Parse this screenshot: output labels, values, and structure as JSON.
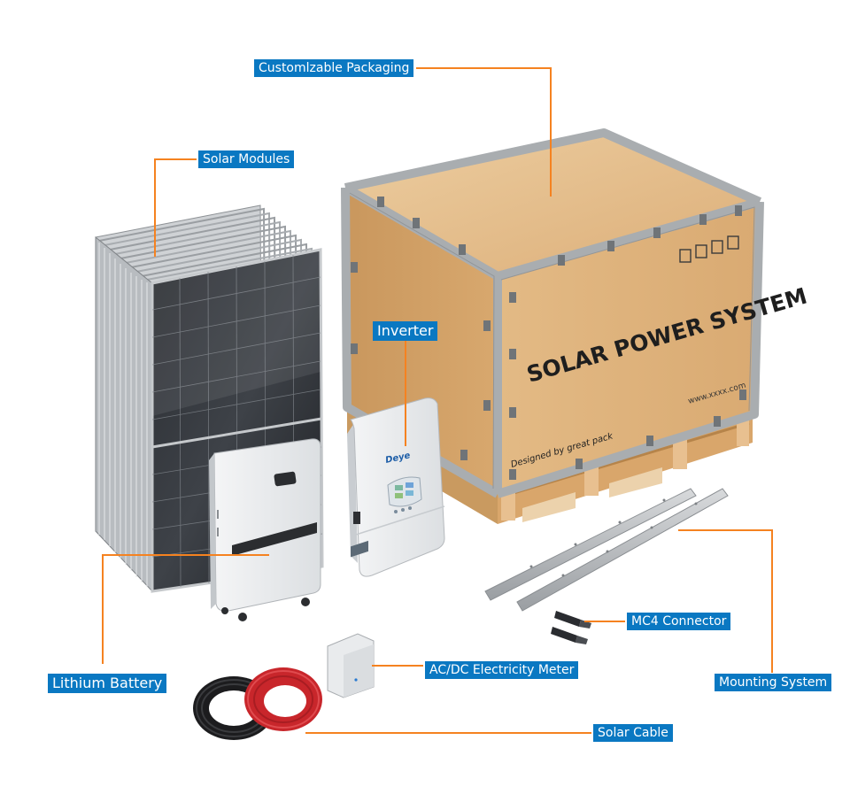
{
  "colors": {
    "label_bg": "#0a78c2",
    "label_text": "#ffffff",
    "leader_line": "#f58220",
    "crate_wood": "#e2b884",
    "crate_frame": "#a9adb0",
    "pallet": "#d9a66b"
  },
  "labels": {
    "packaging": "Customlzable Packaging",
    "solar_modules": "Solar Modules",
    "inverter": "Inverter",
    "lithium_battery": "Lithium Battery",
    "mc4_connector": "MC4 Connector",
    "meter": "AC/DC Electricity Meter",
    "mounting_system": "Mounting System",
    "solar_cable": "Solar Cable"
  },
  "crate": {
    "title": "SOLAR POWER SYSTEM",
    "website": "www.xxxx.com",
    "designer": "Designed by great pack"
  },
  "inverter": {
    "brand": "Deye"
  }
}
